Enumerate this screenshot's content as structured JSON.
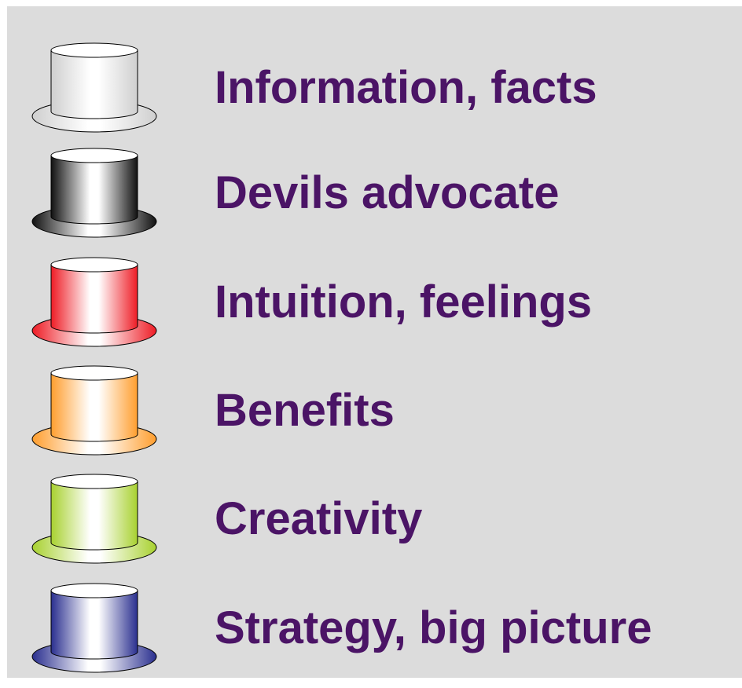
{
  "hats": [
    {
      "color": "#cfcfcf",
      "label": "Information, facts"
    },
    {
      "color": "#111111",
      "label": "Devils advocate"
    },
    {
      "color": "#ee1c25",
      "label": "Intuition, feelings"
    },
    {
      "color": "#ff9e2e",
      "label": "Benefits"
    },
    {
      "color": "#a8d130",
      "label": "Creativity"
    },
    {
      "color": "#2a2f8f",
      "label": "Strategy, big picture"
    }
  ]
}
